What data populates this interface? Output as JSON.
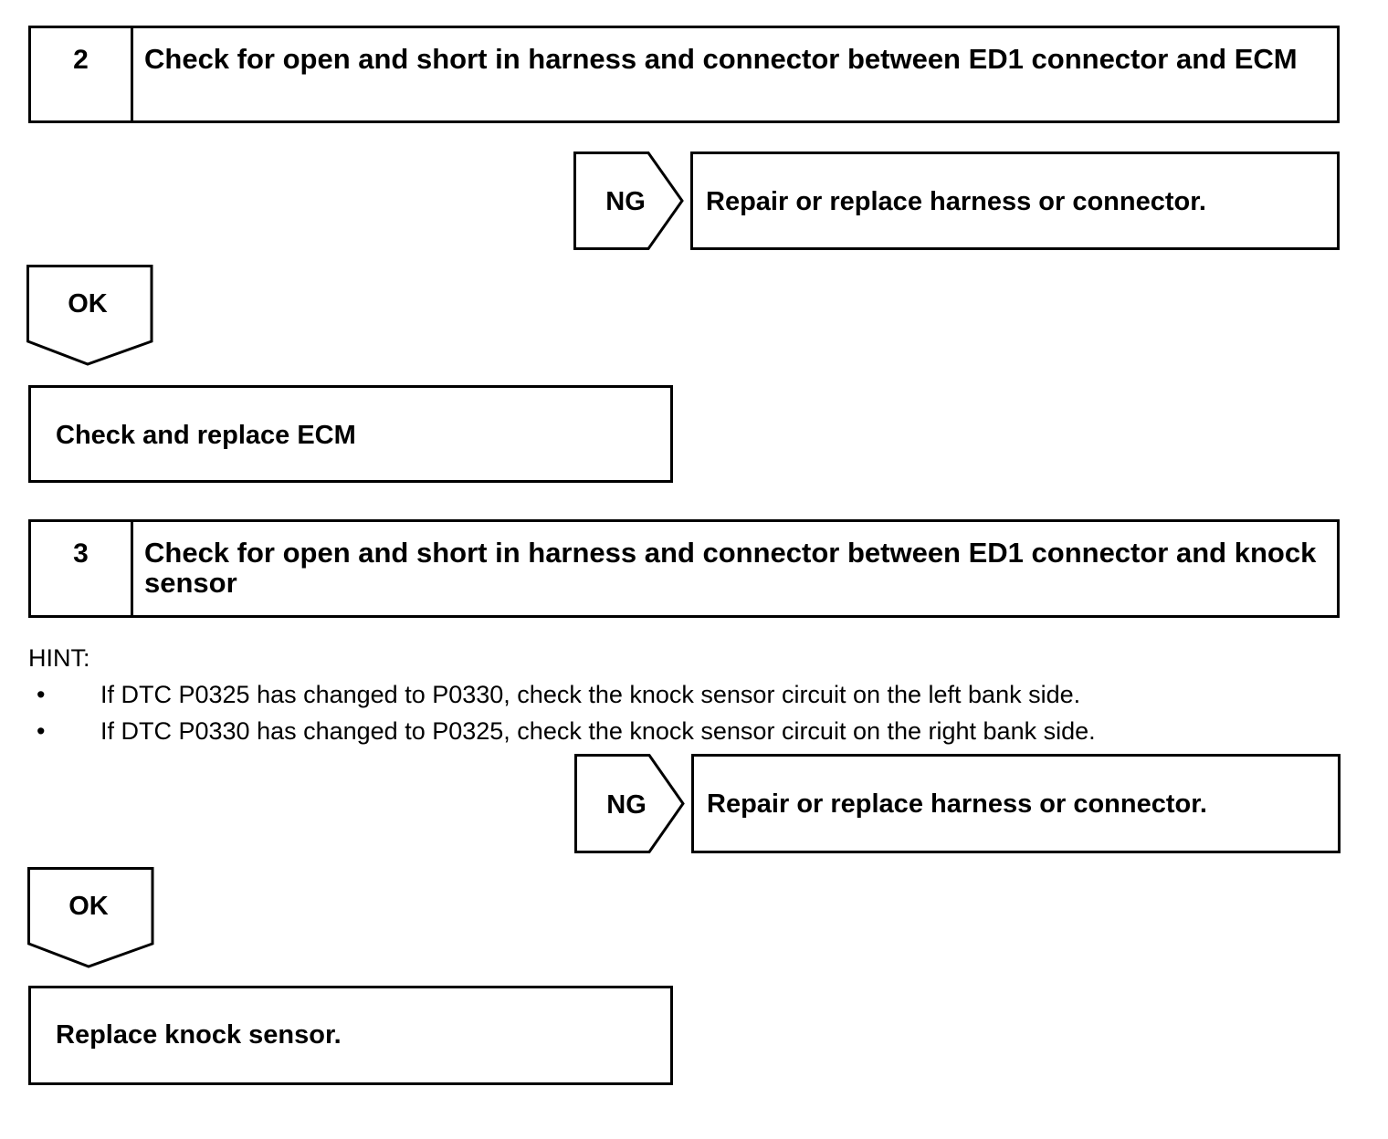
{
  "steps": [
    {
      "number": "2",
      "title": "Check for open and short in harness and connector between ED1 connector and ECM",
      "ng_label": "NG",
      "ng_action": "Repair or replace harness or connector.",
      "ok_label": "OK",
      "ok_action": "Check and replace ECM"
    },
    {
      "number": "3",
      "title": "Check for open and short in harness and connector between ED1 connector and knock sensor",
      "hint": {
        "label": "HINT:",
        "items": [
          "If DTC P0325 has changed to P0330, check the knock sensor circuit on the left bank side.",
          "If DTC P0330 has changed to P0325, check the knock sensor circuit on the right bank side."
        ]
      },
      "ng_label": "NG",
      "ng_action": "Repair or replace harness or connector.",
      "ok_label": "OK",
      "ok_action": "Replace knock sensor."
    }
  ]
}
